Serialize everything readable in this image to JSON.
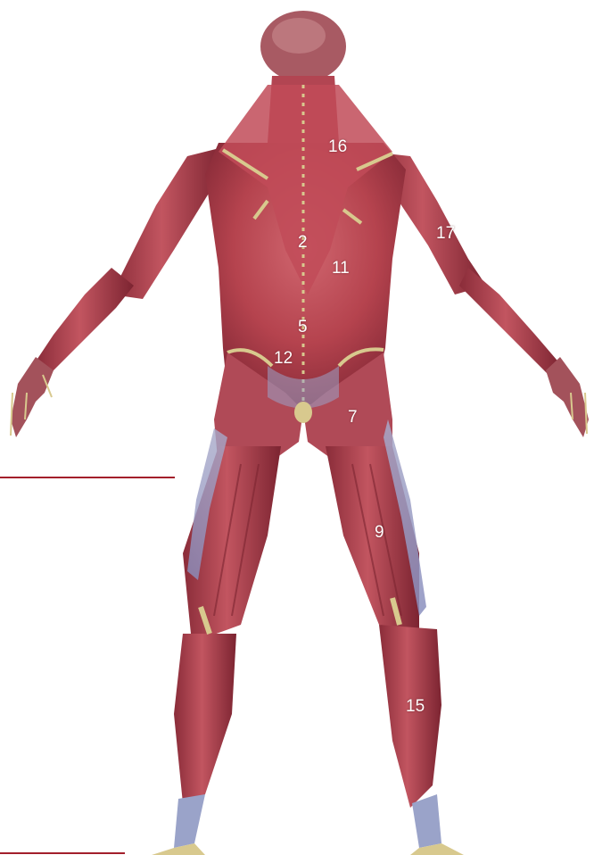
{
  "figure": {
    "subject": "posterior-muscular-anatomy-figure",
    "labels": [
      {
        "id": "label-16",
        "text": "16"
      },
      {
        "id": "label-2",
        "text": "2"
      },
      {
        "id": "label-17",
        "text": "17"
      },
      {
        "id": "label-11",
        "text": "11"
      },
      {
        "id": "label-5",
        "text": "5"
      },
      {
        "id": "label-12",
        "text": "12"
      },
      {
        "id": "label-7",
        "text": "7"
      },
      {
        "id": "label-9",
        "text": "9"
      },
      {
        "id": "label-15",
        "text": "15"
      }
    ]
  },
  "colors": {
    "muscle": "#b5434e",
    "muscle_dark": "#7c2431",
    "muscle_light": "#cf6a72",
    "tendon": "#d8c98e",
    "fascia": "#9aa3c9",
    "rule": "#a31f2b",
    "background": "#ffffff"
  }
}
